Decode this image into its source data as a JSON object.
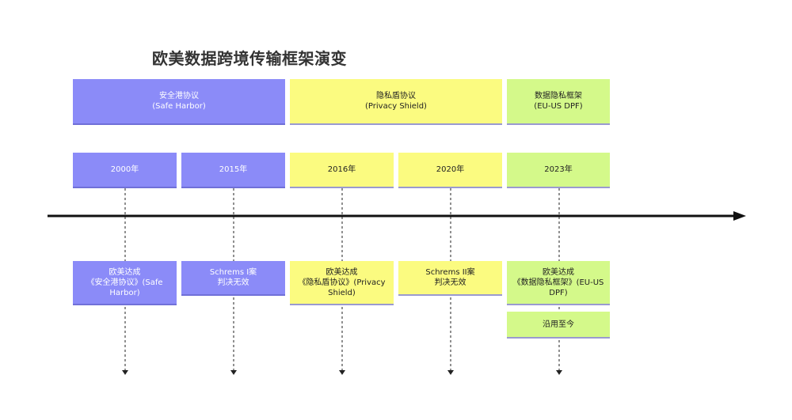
{
  "title": "欧美数据跨境传输框架演变",
  "sections": [
    {
      "name": "安全港协议",
      "sub": "(Safe Harbor)"
    },
    {
      "name": "隐私盾协议",
      "sub": "(Privacy Shield)"
    },
    {
      "name": "数据隐私框架",
      "sub": "(EU-US DPF)"
    }
  ],
  "periods": [
    "2000年",
    "2015年",
    "2016年",
    "2020年",
    "2023年"
  ],
  "events": [
    {
      "line1": "欧美达成",
      "line2": "《安全港协议》(Safe",
      "line3": "Harbor)"
    },
    {
      "line1": "Schrems I案",
      "line2": "判决无效"
    },
    {
      "line1": "欧美达成",
      "line2": "《隐私盾协议》(Privacy",
      "line3": "Shield)"
    },
    {
      "line1": "Schrems II案",
      "line2": "判决无效"
    },
    {
      "line1": "欧美达成",
      "line2": "《数据隐私框架》(EU-US",
      "line3": "DPF)"
    }
  ],
  "extra_event": "沿用至今",
  "colors": {
    "safe_harbor": "#8b8bf8",
    "privacy_shield": "#fbfb80",
    "dpf": "#d4f98a",
    "axis": "#111111"
  }
}
